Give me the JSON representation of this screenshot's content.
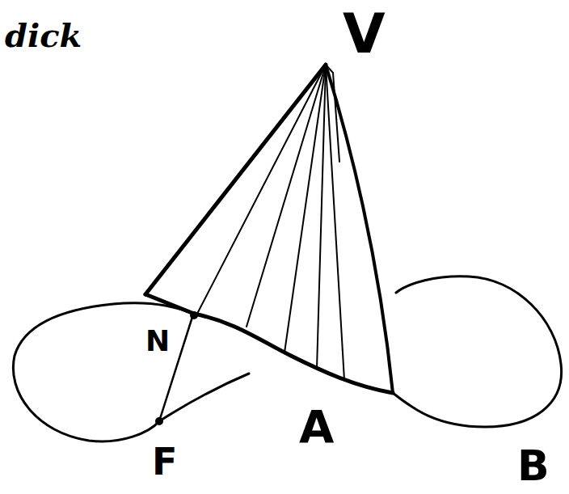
{
  "diagram": {
    "labels": [
      "dick",
      "V",
      "N",
      "F",
      "A",
      "B"
    ]
  }
}
